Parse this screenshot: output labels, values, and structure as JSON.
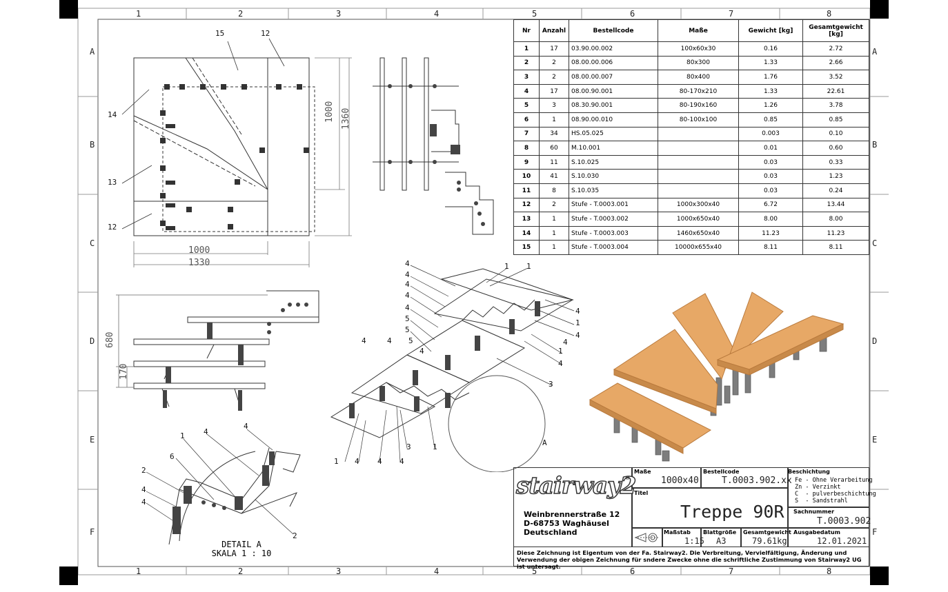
{
  "grid": {
    "columns": [
      "1",
      "2",
      "3",
      "4",
      "5",
      "6",
      "7",
      "8"
    ],
    "rows": [
      "A",
      "B",
      "C",
      "D",
      "E",
      "F"
    ]
  },
  "parts_table": {
    "headers": [
      "Nr",
      "Anzahl",
      "Bestellcode",
      "Maße",
      "Gewicht [kg]",
      "Gesamtgewicht [kg]"
    ],
    "rows": [
      [
        "1",
        "17",
        "03.90.00.002",
        "100x60x30",
        "0.16",
        "2.72"
      ],
      [
        "2",
        "2",
        "08.00.00.006",
        "80x300",
        "1.33",
        "2.66"
      ],
      [
        "3",
        "2",
        "08.00.00.007",
        "80x400",
        "1.76",
        "3.52"
      ],
      [
        "4",
        "17",
        "08.00.90.001",
        "80-170x210",
        "1.33",
        "22.61"
      ],
      [
        "5",
        "3",
        "08.30.90.001",
        "80-190x160",
        "1.26",
        "3.78"
      ],
      [
        "6",
        "1",
        "08.90.00.010",
        "80-100x100",
        "0.85",
        "0.85"
      ],
      [
        "7",
        "34",
        "HS.05.025",
        "",
        "0.003",
        "0.10"
      ],
      [
        "8",
        "60",
        "M.10.001",
        "",
        "0.01",
        "0.60"
      ],
      [
        "9",
        "11",
        "S.10.025",
        "",
        "0.03",
        "0.33"
      ],
      [
        "10",
        "41",
        "S.10.030",
        "",
        "0.03",
        "1.23"
      ],
      [
        "11",
        "8",
        "S.10.035",
        "",
        "0.03",
        "0.24"
      ],
      [
        "12",
        "2",
        "Stufe - T.0003.001",
        "1000x300x40",
        "6.72",
        "13.44"
      ],
      [
        "13",
        "1",
        "Stufe - T.0003.002",
        "1000x650x40",
        "8.00",
        "8.00"
      ],
      [
        "14",
        "1",
        "Stufe - T.0003.003",
        "1460x650x40",
        "11.23",
        "11.23"
      ],
      [
        "15",
        "1",
        "Stufe - T.0003.004",
        "10000x655x40",
        "8.11",
        "8.11"
      ]
    ]
  },
  "plan_view": {
    "callouts": [
      "15",
      "12",
      "14",
      "13",
      "12"
    ],
    "dims": {
      "w_inner": "1000",
      "w_outer": "1330",
      "h_inner": "1000",
      "h_outer": "1360"
    }
  },
  "side_view": {
    "dims": {
      "h": "680",
      "step": "170"
    }
  },
  "iso_callouts": {
    "left": [
      "4",
      "4",
      "4",
      "4",
      "4",
      "5",
      "5",
      "5",
      "4",
      "4",
      "4"
    ],
    "right": [
      "1",
      "1",
      "4",
      "1",
      "4",
      "4",
      "1",
      "4",
      "3"
    ],
    "bottom": [
      "1",
      "4",
      "4",
      "4",
      "3",
      "1"
    ],
    "detail_marker": "A"
  },
  "detail": {
    "callouts": [
      "1",
      "4",
      "4",
      "6",
      "2",
      "4",
      "4",
      "2"
    ],
    "caption_line1": "DETAIL A",
    "caption_line2": "SKALA 1 : 10"
  },
  "title_block": {
    "logo": "stairway2",
    "address_line1": "Weinbrennerstraße 12",
    "address_line2": "D-68753 Waghäusel",
    "address_line3": "Deutschland",
    "masse_label": "Maße",
    "masse_value": "1000x40",
    "bestellcode_label": "Bestellcode",
    "bestellcode_value": "T.0003.902.xx",
    "beschichtung_label": "Beschichtung",
    "beschichtung_items": [
      "Fe - Ohne Verarbeitung",
      "Zn - Verzinkt",
      "C  - pulverbeschichtung",
      "S  - Sandstrahl"
    ],
    "titel_label": "Titel",
    "titel_value": "Treppe 90R",
    "sachnummer_label": "Sachnummer",
    "sachnummer_value": "T.0003.902",
    "massstab_label": "Maßstab",
    "massstab_value": "1:15",
    "blatt_label": "Blattgröße",
    "blatt_value": "A3",
    "gesamtgewicht_label": "Gesamtgewicht",
    "gesamtgewicht_value": "79.61kg",
    "ausgabe_label": "Ausgabedatum",
    "ausgabe_value": "12.01.2021",
    "notice": "Diese Zeichnung ist Eigentum von der Fa. Stairway2. Die Verbreitung, Vervielfältigung, Änderung und Verwendung der obigen Zeichnung für sndere Zwecke ohne die schriftliche Zustimmung von Stairway2 UG ist untersagt."
  },
  "colors": {
    "wood": "#e7a866",
    "wood_edge": "#b97a3d",
    "steel": "#8a8a8a",
    "line": "#333333"
  }
}
